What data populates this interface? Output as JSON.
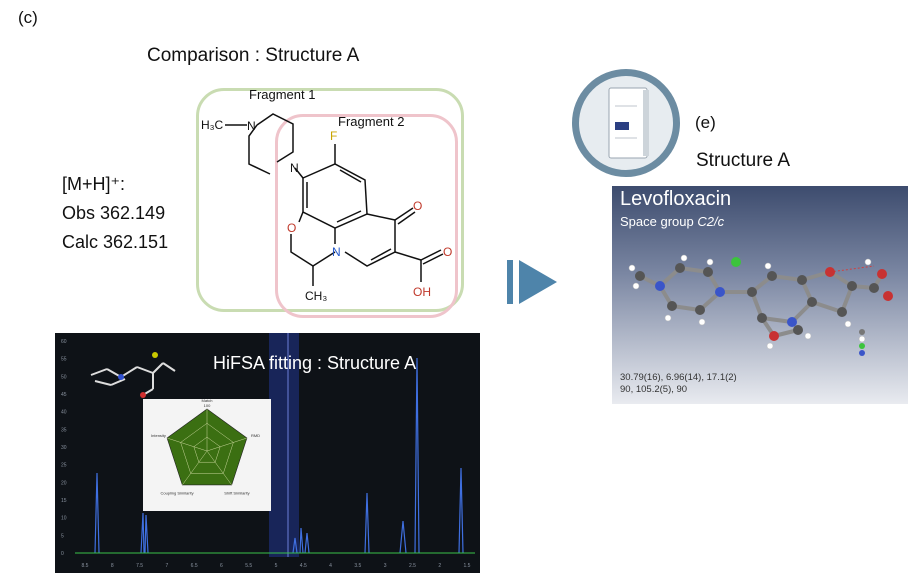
{
  "panel_c_label": "(c)",
  "panel_e_label": "(e)",
  "comparison_title": "Comparison : Structure A",
  "fragment1_label": "Fragment 1",
  "fragment2_label": "Fragment 2",
  "mass": {
    "ion_label": "[M+H]⁺:",
    "obs_label": "Obs 362.149",
    "calc_label": "Calc 362.151"
  },
  "structure_labels": {
    "methyl_top": "H₃C",
    "n1": "N",
    "n2": "N",
    "fluorine": "F",
    "oxygen_ring": "O",
    "n_ring": "N",
    "ketone_o": "O",
    "acid_o": "O",
    "oh": "OH",
    "methyl_bottom": "CH₃"
  },
  "nmr": {
    "title": "HiFSA fitting : Structure A",
    "y_ticks": [
      "60",
      "55",
      "50",
      "45",
      "40",
      "35",
      "30",
      "25",
      "20",
      "15",
      "10",
      "5",
      "0"
    ],
    "x_ticks": [
      "8.5",
      "8",
      "7.5",
      "7",
      "6.5",
      "6",
      "5.5",
      "5",
      "4.5",
      "4",
      "3.5",
      "3",
      "2.5",
      "2",
      "1.5"
    ],
    "radar_axes": [
      "Match",
      "RMD",
      "Shift Similarity",
      "Coupling Similarity",
      "Intensity"
    ],
    "radar_top_value": "100"
  },
  "structure_a_label": "Structure A",
  "crystal": {
    "compound": "Levofloxacin",
    "space_group_prefix": "Space group ",
    "space_group": "C2/c",
    "cell_line1": "30.79(16), 6.96(14), 17.1(2)",
    "cell_line2": "90, 105.2(5), 90"
  },
  "colors": {
    "fragment1_border": "#c9dcb2",
    "fragment2_border": "#efc4cb",
    "arrow": "#4e84aa",
    "nmr_trace": "#3f6fe0",
    "nmr_trace_green": "#39c24a",
    "radar_fill": "#3b6f12"
  }
}
